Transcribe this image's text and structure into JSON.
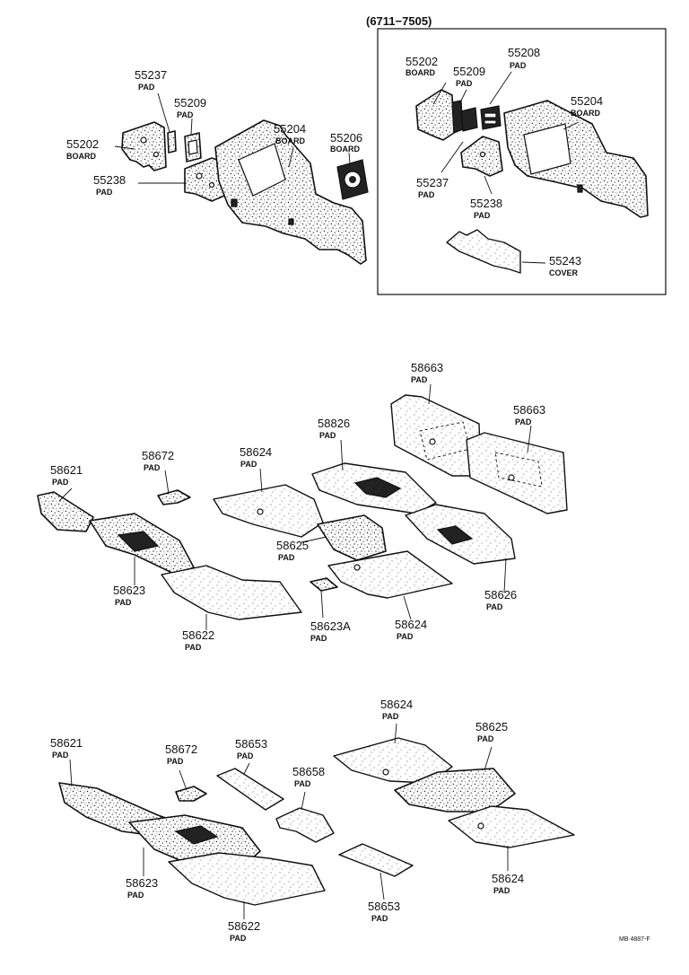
{
  "inset": {
    "title": "(6711−7505)"
  },
  "labels": [
    {
      "id": "l1",
      "num": "55237",
      "name": "PAD"
    },
    {
      "id": "l2",
      "num": "55209",
      "name": "PAD"
    },
    {
      "id": "l3",
      "num": "55202",
      "name": "BOARD"
    },
    {
      "id": "l4",
      "num": "55204",
      "name": "BOARD"
    },
    {
      "id": "l5",
      "num": "55206",
      "name": "BOARD"
    },
    {
      "id": "l6",
      "num": "55238",
      "name": "PAD"
    },
    {
      "id": "l7",
      "num": "55202",
      "name": "BOARD"
    },
    {
      "id": "l8",
      "num": "55209",
      "name": "PAD"
    },
    {
      "id": "l9",
      "num": "55208",
      "name": "PAD"
    },
    {
      "id": "l10",
      "num": "55204",
      "name": "BOARD"
    },
    {
      "id": "l11",
      "num": "55237",
      "name": "PAD"
    },
    {
      "id": "l12",
      "num": "55238",
      "name": "PAD"
    },
    {
      "id": "l13",
      "num": "55243",
      "name": "COVER"
    },
    {
      "id": "l14",
      "num": "58663",
      "name": "PAD"
    },
    {
      "id": "l15",
      "num": "58663",
      "name": "PAD"
    },
    {
      "id": "l16",
      "num": "58826",
      "name": "PAD"
    },
    {
      "id": "l17",
      "num": "58624",
      "name": "PAD"
    },
    {
      "id": "l18",
      "num": "58672",
      "name": "PAD"
    },
    {
      "id": "l19",
      "num": "58621",
      "name": "PAD"
    },
    {
      "id": "l20",
      "num": "58625",
      "name": "PAD"
    },
    {
      "id": "l21",
      "num": "58623",
      "name": "PAD"
    },
    {
      "id": "l22",
      "num": "58626",
      "name": "PAD"
    },
    {
      "id": "l23",
      "num": "58622",
      "name": "PAD"
    },
    {
      "id": "l24",
      "num": "58623A",
      "name": "PAD"
    },
    {
      "id": "l25",
      "num": "58624",
      "name": "PAD"
    },
    {
      "id": "l26",
      "num": "58624",
      "name": "PAD"
    },
    {
      "id": "l27",
      "num": "58621",
      "name": "PAD"
    },
    {
      "id": "l28",
      "num": "58672",
      "name": "PAD"
    },
    {
      "id": "l29",
      "num": "58653",
      "name": "PAD"
    },
    {
      "id": "l30",
      "num": "58625",
      "name": "PAD"
    },
    {
      "id": "l31",
      "num": "58658",
      "name": "PAD"
    },
    {
      "id": "l32",
      "num": "58623",
      "name": "PAD"
    },
    {
      "id": "l33",
      "num": "58624",
      "name": "PAD"
    },
    {
      "id": "l34",
      "num": "58653",
      "name": "PAD"
    },
    {
      "id": "l35",
      "num": "58622",
      "name": "PAD"
    }
  ],
  "code": "MB 4887-F"
}
